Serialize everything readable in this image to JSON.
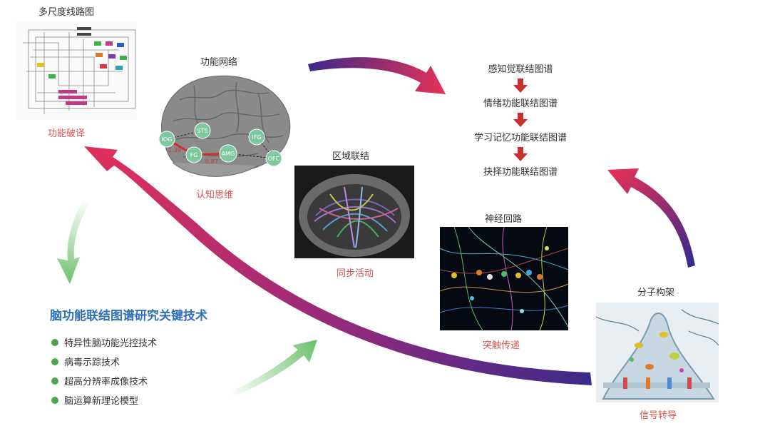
{
  "labels": {
    "multiscale": "多尺度线路图",
    "func_decode": "功能破译",
    "func_network": "功能网络",
    "cognition": "认知思维",
    "region_link": "区域联结",
    "sync_activity": "同步活动",
    "neural_circuit": "神经回路",
    "synaptic": "突触传递",
    "molecular": "分子构架",
    "signal": "信号转导"
  },
  "flow_steps": [
    "感知觉联结图谱",
    "情绪功能联结图谱",
    "学习记忆功能联结图谱",
    "抉择功能联结图谱"
  ],
  "main_title": "脑功能联结图谱研究关键技术",
  "tech_items": [
    "特异性脑功能光控技术",
    "病毒示踪技术",
    "超高分辨率成像技术",
    "脑运算新理论模型"
  ],
  "brain_nodes": [
    "IOG",
    "STS",
    "IFG",
    "FG",
    "AMG",
    "OFC"
  ],
  "brain_values": [
    "1.39",
    "0.87"
  ],
  "colors": {
    "accent_blue": "#2f6fb5",
    "label_red": "#d9534f",
    "bullet_green": "#4aa84a",
    "arrow_red": "#c8302c",
    "node_green": "#7ec8a0"
  }
}
